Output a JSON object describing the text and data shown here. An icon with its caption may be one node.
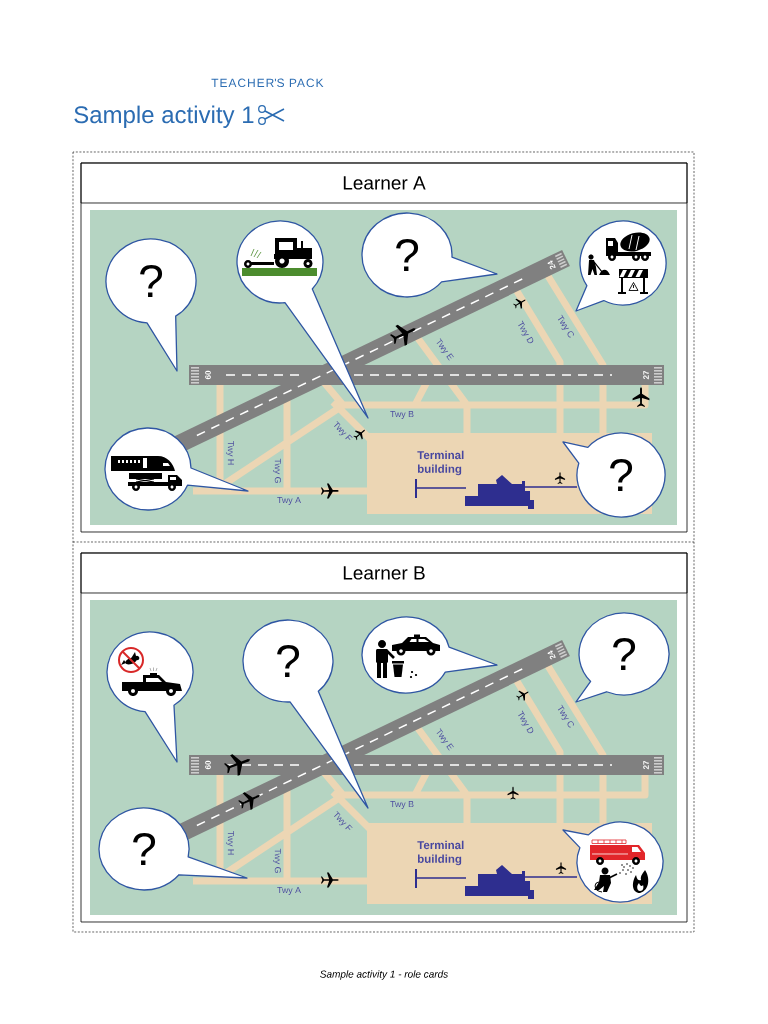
{
  "diagram": {
    "title": "Sample activity 1",
    "caption": "Sample activity 1 - role cards",
    "nodes": [
      {
        "text": [
          "Learner A"
        ]
      },
      {
        "text": [
          "?"
        ],
        "in": 0
      },
      {
        "text": [],
        "shape": "circle",
        "in": 0
      },
      {
        "text": [
          "?"
        ],
        "in": 0
      },
      {
        "text": [],
        "shape": "circle",
        "in": 0
      },
      {
        "text": [],
        "shape": "circle",
        "in": 0
      },
      {
        "text": [
          "?"
        ],
        "in": 0
      },
      {
        "text": [
          "Learner B"
        ]
      },
      {
        "text": [],
        "shape": "circle",
        "in": 7
      },
      {
        "text": [
          "?"
        ],
        "in": 7
      },
      {
        "text": [],
        "shape": "circle",
        "in": 7
      },
      {
        "text": [
          "?"
        ],
        "in": 7
      },
      {
        "text": [
          "?"
        ],
        "in": 7
      },
      {
        "text": [],
        "shape": "circle",
        "in": 7
      }
    ],
    "labels": [
      "TEACHER'S PACK",
      "24",
      "Twy E",
      "Twy D",
      "Twy C",
      "09",
      "27",
      "Twy B",
      "Twy F",
      "Twy H",
      "Twy G",
      "Terminal building",
      "Twy A",
      "24",
      "Twy E",
      "Twy D",
      "Twy C",
      "09",
      "27",
      "Twy B",
      "Twy F",
      "Twy H",
      "Twy G",
      "Terminal building",
      "Twy A"
    ]
  }
}
